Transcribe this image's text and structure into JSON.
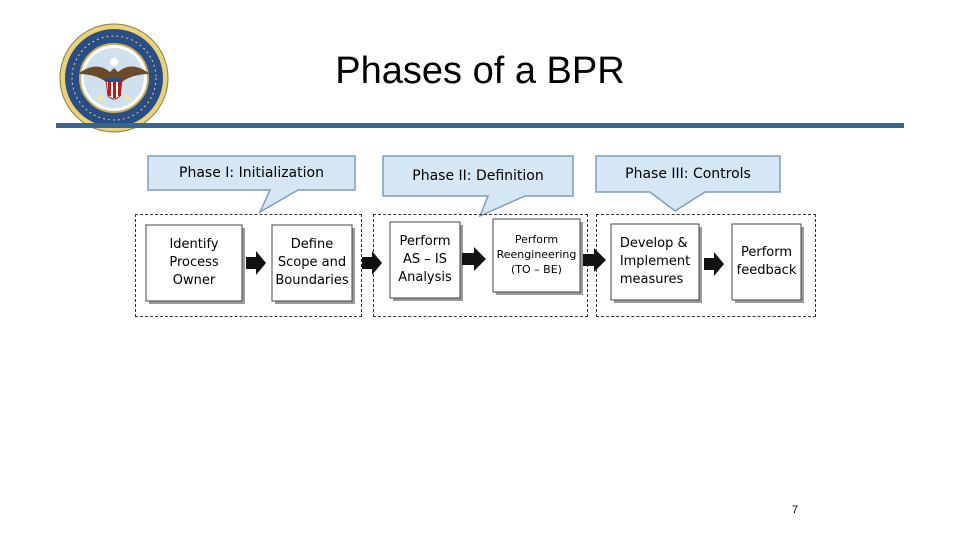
{
  "title": "Phases of a BPR",
  "page_number": "7",
  "phases": [
    {
      "label": "Phase I: Initialization"
    },
    {
      "label": "Phase II: Definition"
    },
    {
      "label": "Phase III: Controls"
    }
  ],
  "steps": [
    {
      "label": "Identify\nProcess\nOwner"
    },
    {
      "label": "Define\nScope and\nBoundaries"
    },
    {
      "label": "Perform\nAS – IS\nAnalysis"
    },
    {
      "label": "Perform\nReengineering\n(TO – BE)"
    },
    {
      "label": "Develop &\nImplement\nmeasures"
    },
    {
      "label": "Perform\nfeedback"
    }
  ],
  "colors": {
    "callout_fill": "#d5e6f4",
    "callout_stroke": "#7f9cbf",
    "title_rule": "#3c6491",
    "step_shadow": "#9a9a9a"
  },
  "icons": [
    "dod-seal-icon",
    "arrow-right-icon"
  ]
}
